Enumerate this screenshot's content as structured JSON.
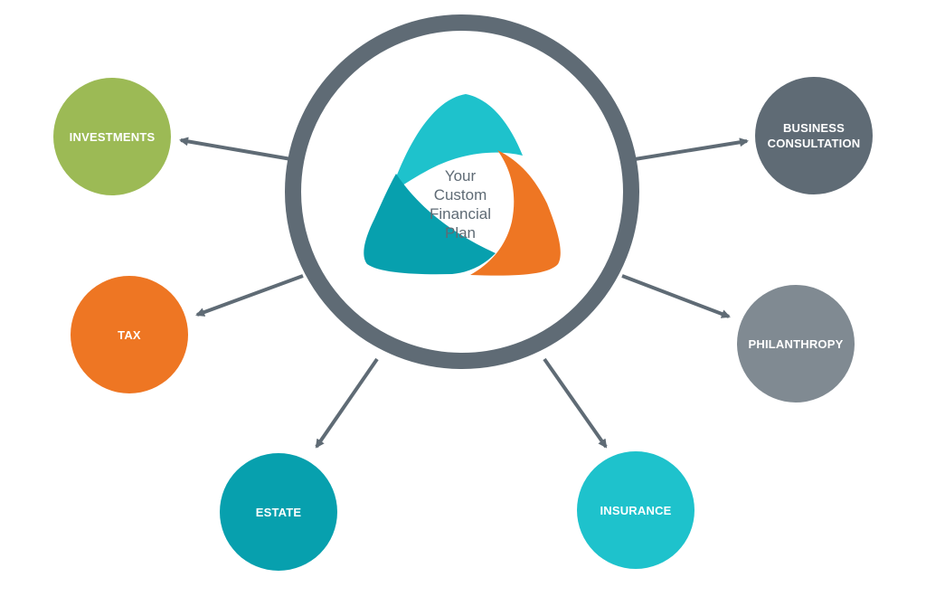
{
  "center": {
    "lines": [
      "Your",
      "Custom",
      "Financial",
      "Plan"
    ]
  },
  "nodes": [
    {
      "id": "investments",
      "lines": [
        "INVESTMENTS"
      ],
      "color": "#9cba55"
    },
    {
      "id": "tax",
      "lines": [
        "TAX"
      ],
      "color": "#ee7623"
    },
    {
      "id": "estate",
      "lines": [
        "ESTATE"
      ],
      "color": "#07a0ae"
    },
    {
      "id": "insurance",
      "lines": [
        "INSURANCE"
      ],
      "color": "#1ec2cc"
    },
    {
      "id": "philanthropy",
      "lines": [
        "PHILANTHROPY"
      ],
      "color": "#808a92"
    },
    {
      "id": "business-consultation",
      "lines": [
        "BUSINESS",
        "CONSULTATION"
      ],
      "color": "#5f6b75"
    }
  ],
  "colors": {
    "ring": "#5f6b75",
    "arrow": "#5f6b75",
    "triangle_teal": "#1ec2cc",
    "triangle_dark_teal": "#07a0ae",
    "triangle_orange": "#ee7623"
  }
}
